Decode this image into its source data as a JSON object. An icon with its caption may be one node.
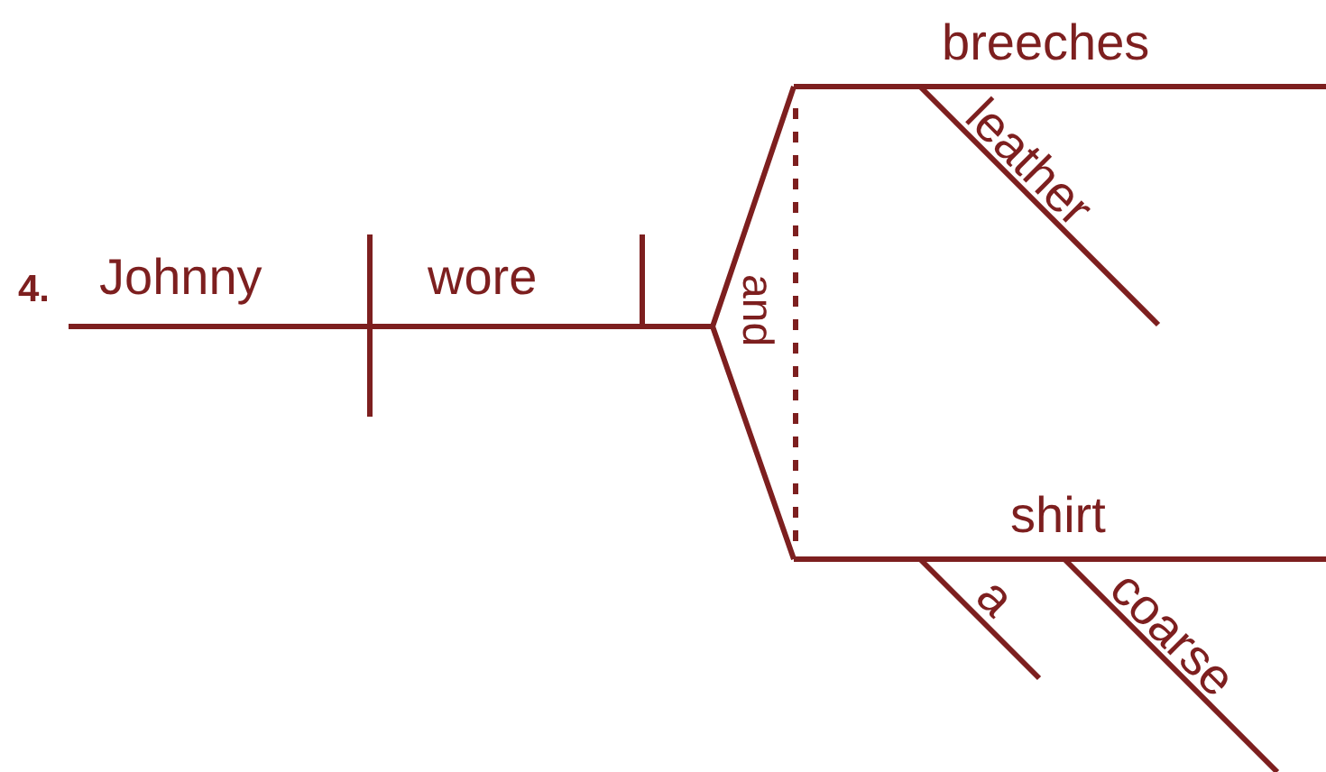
{
  "diagram": {
    "labels": [
      "4.",
      "Johnny",
      "wore",
      "and",
      "breeches",
      "leather",
      "shirt",
      "a",
      "coarse"
    ]
  }
}
